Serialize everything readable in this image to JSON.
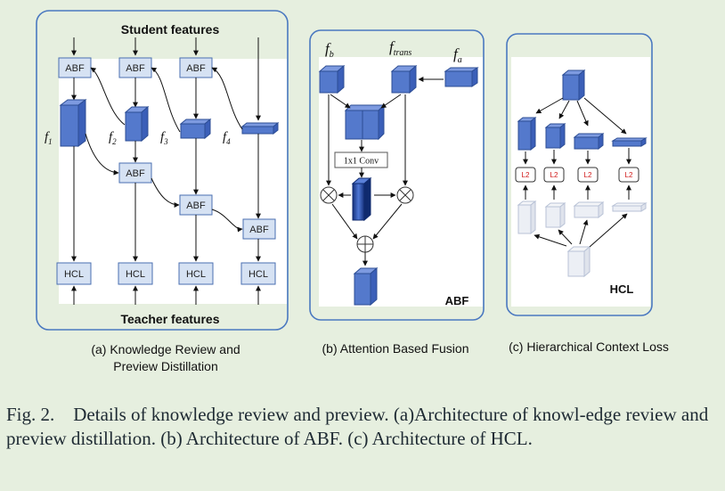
{
  "panel_a": {
    "top_label": "Student features",
    "bottom_label": "Teacher features",
    "abf_label": "ABF",
    "hcl_label": "HCL",
    "f_labels": [
      "f",
      "f",
      "f",
      "f"
    ],
    "f_subscripts": [
      "1",
      "2",
      "3",
      "4"
    ],
    "caption_line1": "(a) Knowledge Review and",
    "caption_line2": "Preview Distillation"
  },
  "panel_b": {
    "f_b": "f",
    "f_b_sub": "b",
    "f_trans": "f",
    "f_trans_sub": "trans",
    "f_a": "f",
    "f_a_sub": "a",
    "conv_label": "1x1 Conv",
    "panel_label": "ABF",
    "caption": "(b) Attention Based Fusion"
  },
  "panel_c": {
    "l2_label": "L2",
    "panel_label": "HCL",
    "caption": "(c) Hierarchical Context Loss"
  },
  "caption": {
    "fig_label": "Fig. 2.",
    "text": "Details of knowledge review and preview. (a)Architecture of knowl-edge review and preview distillation. (b) Architecture of ABF. (c) Architecture of HCL."
  },
  "colors": {
    "background": "#e6efdf",
    "panel_border": "#4a78c0",
    "block_blue": "#5479cc",
    "abf_fill": "#d6e2f3",
    "hcl_fill": "#d6e2f3",
    "conv_dark": "#1f3d8c"
  }
}
